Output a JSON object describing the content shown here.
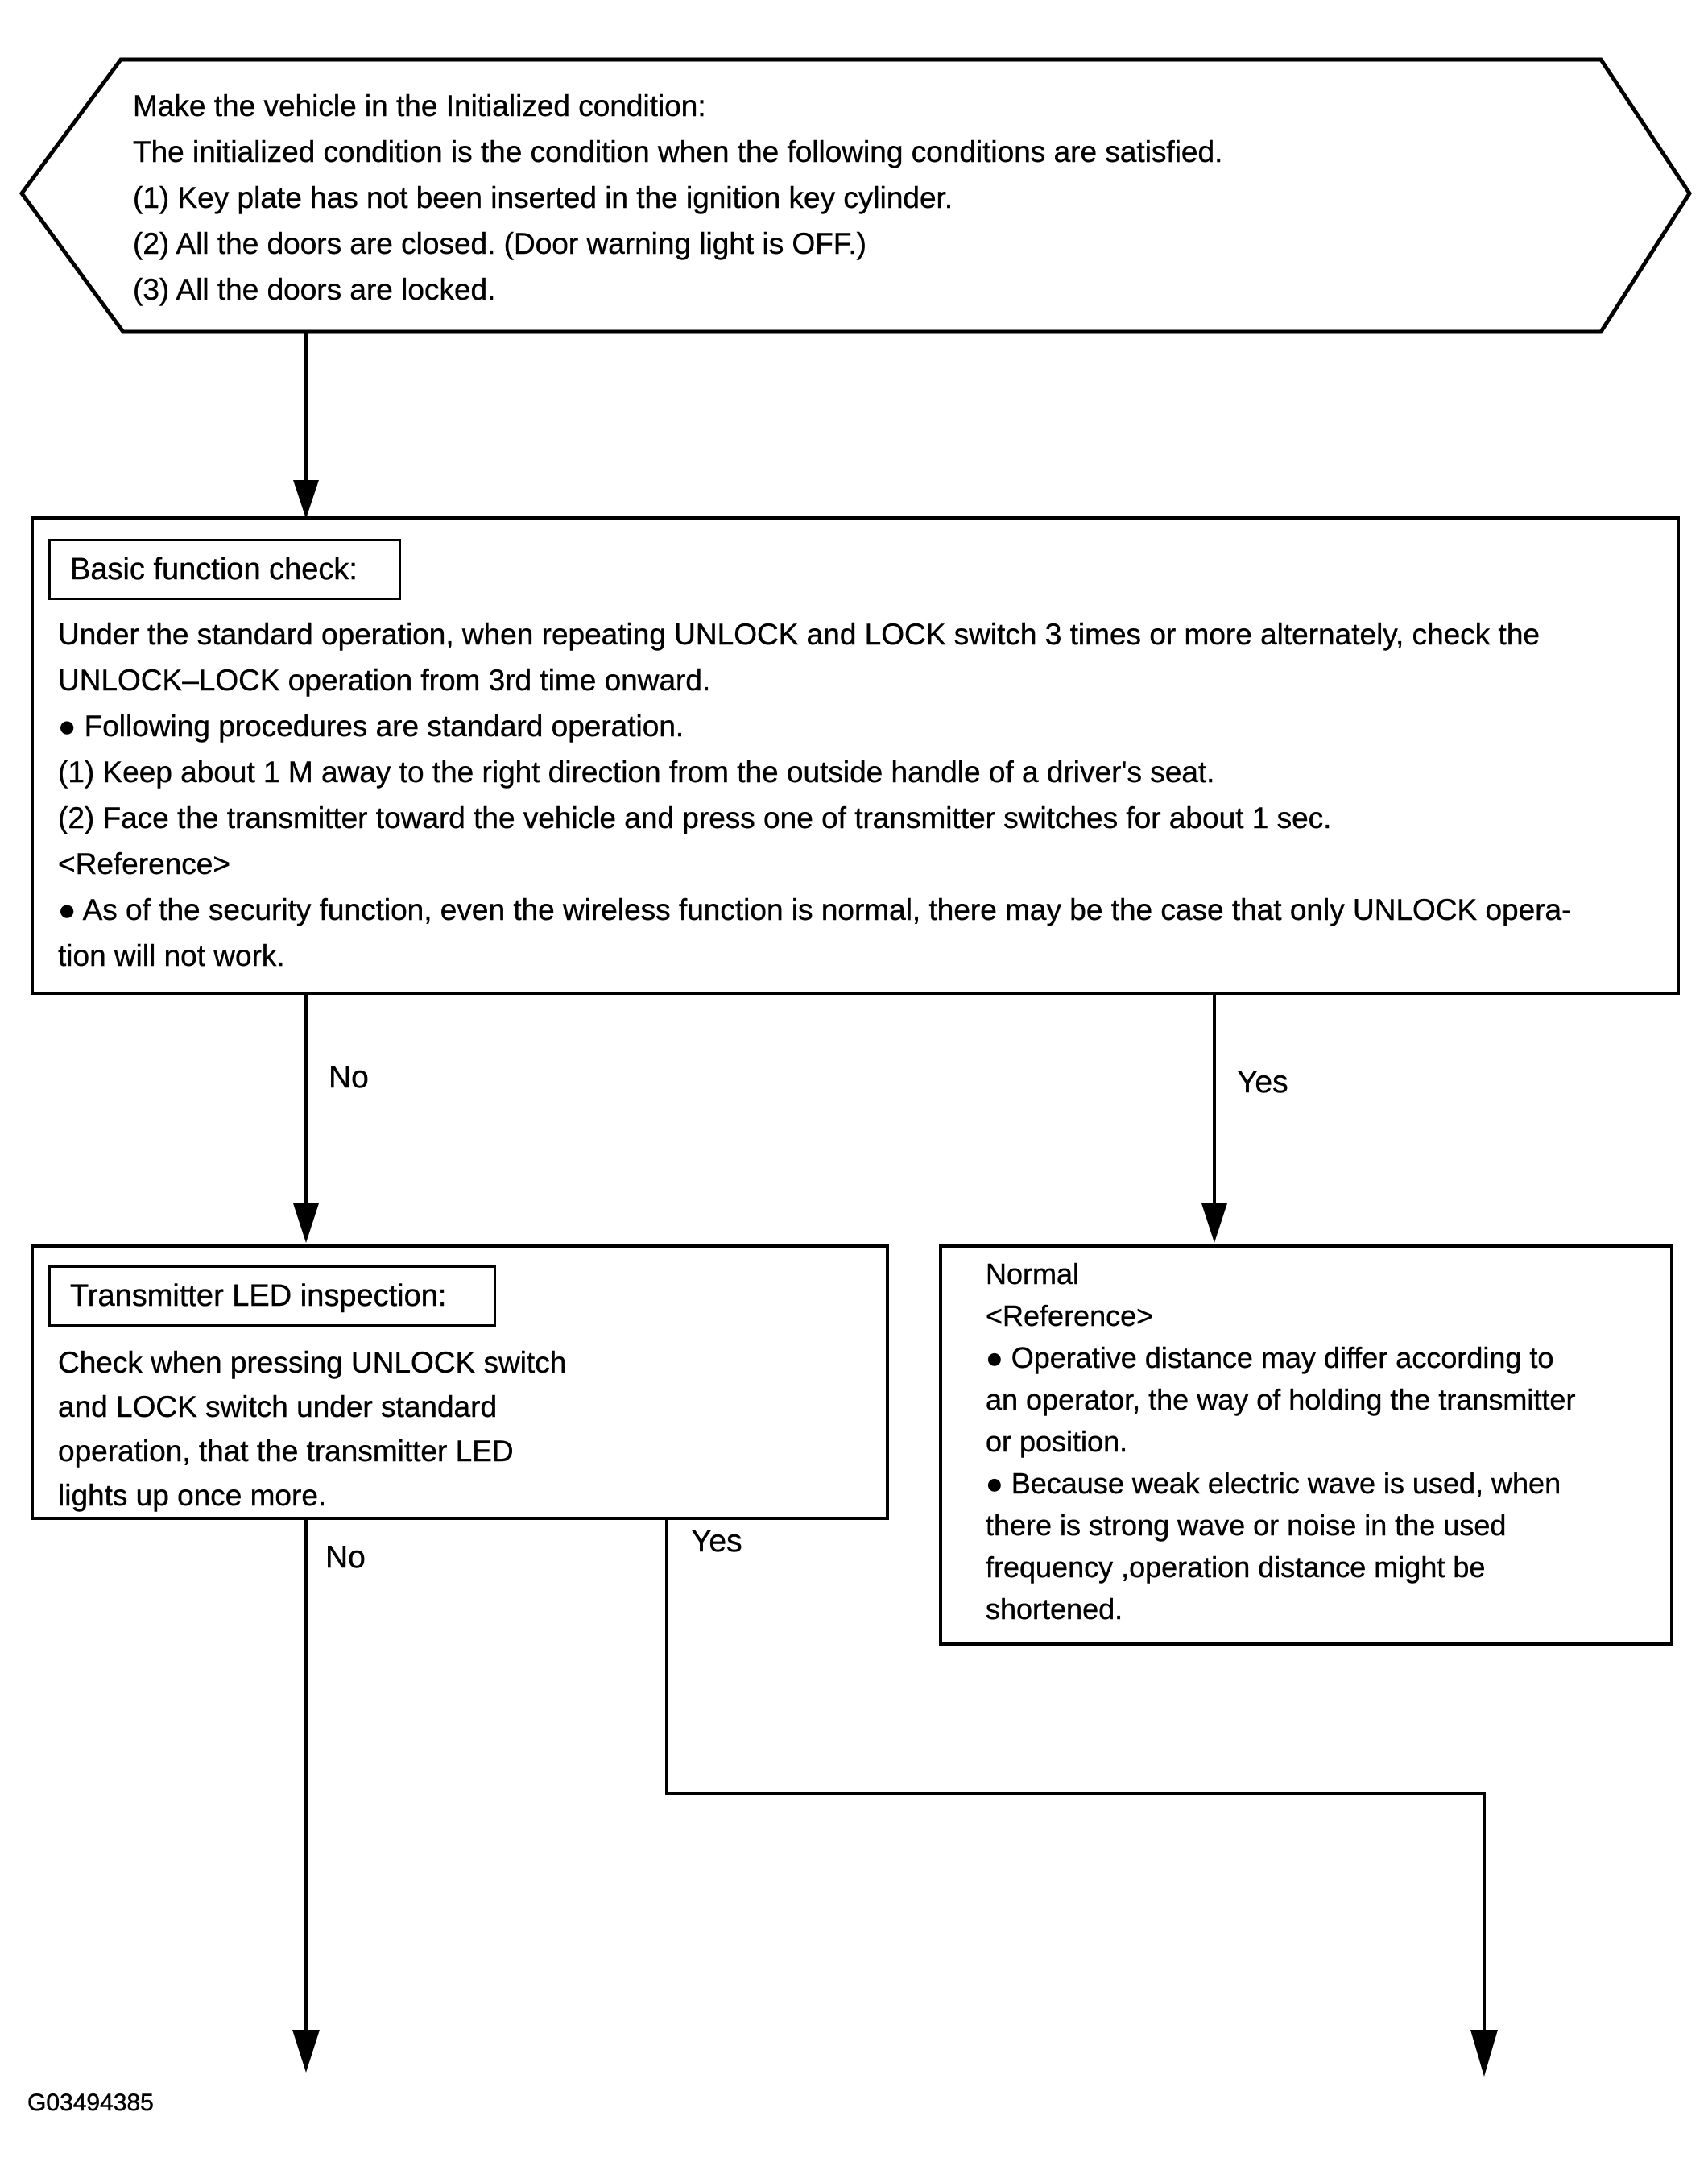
{
  "colors": {
    "ink": "#000000",
    "paper": "#ffffff"
  },
  "start_hexagon": {
    "lines": [
      "Make the vehicle in the Initialized condition:",
      "The initialized condition is the condition when the following conditions are satisfied.",
      "(1) Key plate has not been inserted in the ignition key cylinder.",
      "(2) All the doors are closed. (Door warning light is OFF.)",
      "(3) All the doors are locked."
    ]
  },
  "basic_check_box": {
    "label": "Basic function check:",
    "lines": [
      "Under the standard operation, when repeating UNLOCK and LOCK switch 3 times or more alternately, check the",
      "UNLOCK–LOCK operation from 3rd time onward.",
      "● Following procedures are standard operation.",
      "(1) Keep about 1 M away to the right direction from the outside handle of a driver's seat.",
      "(2) Face the transmitter toward the vehicle and press one of transmitter switches for about 1 sec.",
      "<Reference>",
      "● As of the security function, even the wireless function is normal, there may be the case that only UNLOCK opera-",
      "tion will not work."
    ]
  },
  "branch_basic": {
    "no_label": "No",
    "yes_label": "Yes"
  },
  "led_inspection_box": {
    "label": "Transmitter LED inspection:",
    "lines": [
      "Check when pressing UNLOCK switch",
      "and LOCK switch under standard",
      "operation, that the transmitter LED",
      "lights up once more."
    ]
  },
  "normal_box": {
    "lines": [
      "Normal",
      "<Reference>",
      "● Operative distance may differ according to",
      "an operator, the way of holding the transmitter",
      "or position.",
      "● Because weak electric wave is used, when",
      "there is strong wave or noise in the used",
      "frequency ,operation distance might be",
      "shortened."
    ]
  },
  "branch_led": {
    "no_label": "No",
    "yes_label": "Yes"
  },
  "footer": {
    "figure_code": "G03494385"
  }
}
